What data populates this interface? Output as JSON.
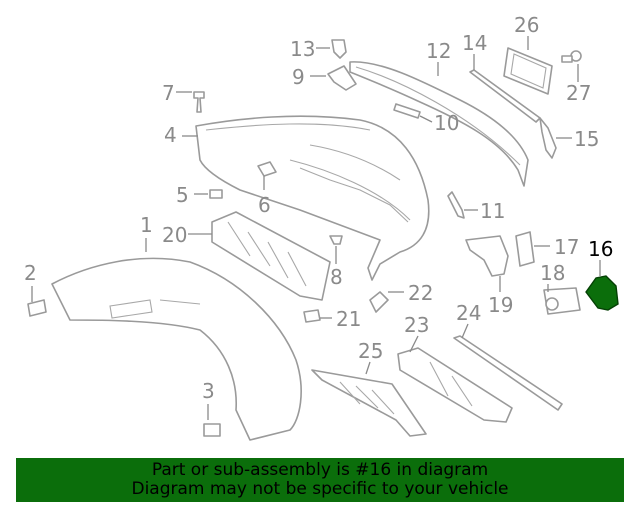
{
  "colors": {
    "highlight": "#0b6e0b",
    "banner_bg": "#0b6e0b",
    "part_stroke": "#9a9a9a",
    "label_grey": "#8a8a8a"
  },
  "labels": [
    "1",
    "2",
    "3",
    "4",
    "5",
    "6",
    "7",
    "8",
    "9",
    "10",
    "11",
    "12",
    "13",
    "14",
    "15",
    "16",
    "17",
    "18",
    "19",
    "20",
    "21",
    "22",
    "23",
    "24",
    "25",
    "26",
    "27"
  ],
  "highlighted_part": "16",
  "banner": {
    "line1": "Part or sub-assembly is #16 in diagram",
    "line2": "Diagram may not be specific to your vehicle"
  }
}
